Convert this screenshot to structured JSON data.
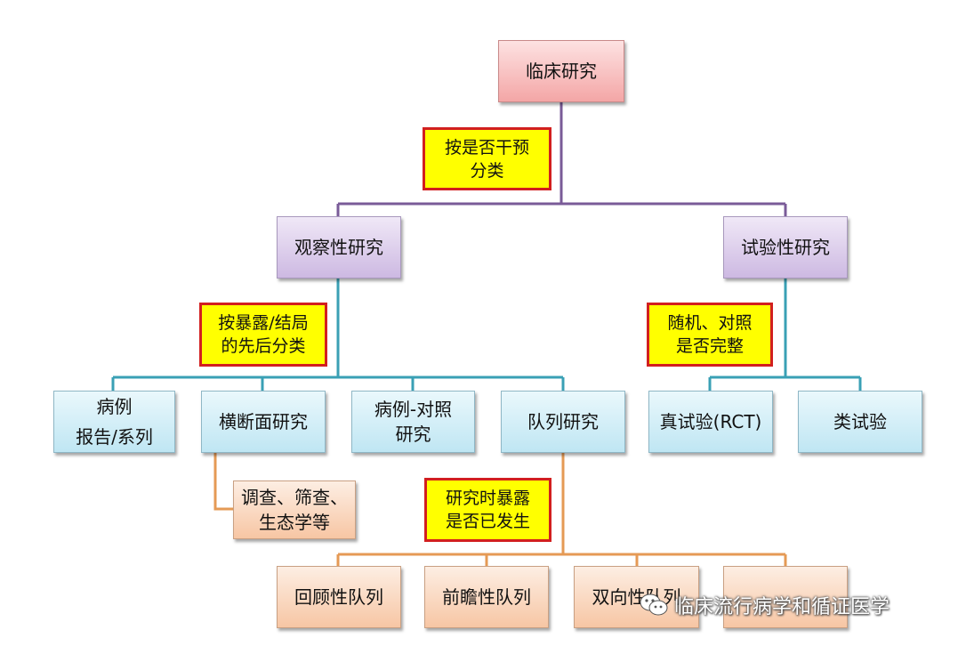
{
  "nodes": {
    "root": "临床研究",
    "split_intervention": "按是否干预\n分类",
    "observational": "观察性研究",
    "experimental": "试验性研究",
    "split_exposure_outcome": "按暴露/结局\n的先后分类",
    "split_random_control": "随机、对照\n是否完整",
    "case_report": "病例\n报告/系列",
    "cross_sectional": "横断面研究",
    "case_control": "病例-对照\n研究",
    "cohort": "队列研究",
    "true_trial": "真试验(RCT)",
    "quasi_trial": "类试验",
    "survey": "调查、筛查、\n生态学等",
    "split_exposure_time": "研究时暴露\n是否已发生",
    "retrospective_cohort": "回顾性队列",
    "prospective_cohort": "前瞻性队列",
    "ambispective_cohort": "双向性队列",
    "extra_cohort": ""
  },
  "watermark": {
    "text": "临床流行病学和循证医学",
    "icon": "wechat-icon"
  },
  "colors": {
    "root": "#f4a6a6",
    "level2": "#cdb9e2",
    "level3": "#bfe6f3",
    "level4": "#f7c6a4",
    "label_fill": "#ffff00",
    "label_border": "#d21f1f",
    "line_purple": "#7a5b98",
    "line_teal": "#3aa0b5",
    "line_orange": "#e59a55"
  }
}
